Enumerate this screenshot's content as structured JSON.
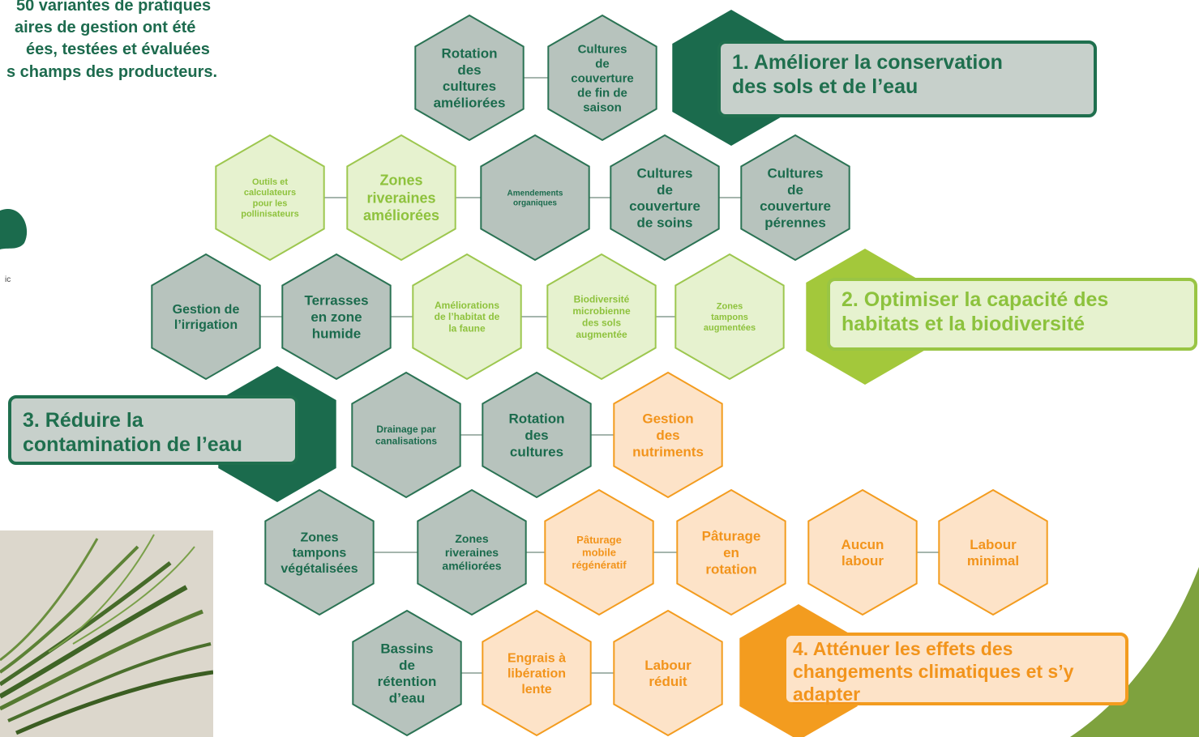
{
  "intro": {
    "lines": [
      "50 variantes de pratiques",
      "aires de gestion ont été",
      "ées, testées et évaluées",
      "s champs des producteurs."
    ]
  },
  "colors": {
    "dark_green": "#1b6b4d",
    "gray_green_fill": "#b7c3bd",
    "gray_green_stroke": "#2b7354",
    "light_green_fill": "#e6f2cf",
    "light_green_stroke": "#9dc74f",
    "light_green_text": "#8ec23d",
    "orange_fill": "#fde3c8",
    "orange_stroke": "#f39c1f",
    "orange_text": "#f2941c",
    "lime_accent": "#a3c83b",
    "olive_corner": "#7ea23e"
  },
  "goals": {
    "g1": [
      "1. Améliorer la conservation",
      "des sols et de l’eau"
    ],
    "g2": [
      "2. Optimiser la capacité des",
      "habitats et la biodiversité"
    ],
    "g3": [
      "3. Réduire la",
      "contamination de l’eau"
    ],
    "g4": [
      "4. Atténuer les effets des",
      "changements climatiques et s’y",
      "adapter"
    ]
  },
  "practices": [
    {
      "cat": "gray",
      "lines": [
        "Rotation",
        "des",
        "cultures",
        "améliorées"
      ]
    },
    {
      "cat": "gray",
      "lines": [
        "Cultures",
        "de",
        "couverture",
        "de fin de",
        "saison"
      ]
    },
    {
      "cat": "light",
      "lines": [
        "Outils et",
        "calculateurs",
        "pour les",
        "pollinisateurs"
      ]
    },
    {
      "cat": "light",
      "lines": [
        "Zones",
        "riveraines",
        "améliorées"
      ]
    },
    {
      "cat": "gray",
      "lines": [
        "Amendements",
        "organiques"
      ]
    },
    {
      "cat": "gray",
      "lines": [
        "Cultures",
        "de",
        "couverture",
        "de soins"
      ]
    },
    {
      "cat": "gray",
      "lines": [
        "Cultures",
        "de",
        "couverture",
        "pérennes"
      ]
    },
    {
      "cat": "gray",
      "lines": [
        "Gestion de",
        "l’irrigation"
      ]
    },
    {
      "cat": "gray",
      "lines": [
        "Terrasses",
        "en zone",
        "humide"
      ]
    },
    {
      "cat": "light",
      "lines": [
        "Améliorations",
        "de l’habitat de",
        "la faune"
      ]
    },
    {
      "cat": "light",
      "lines": [
        "Biodiversité",
        "microbienne",
        "des sols",
        "augmentée"
      ]
    },
    {
      "cat": "light",
      "lines": [
        "Zones",
        "tampons",
        "augmentées"
      ]
    },
    {
      "cat": "gray",
      "lines": [
        "Drainage par",
        "canalisations"
      ]
    },
    {
      "cat": "gray",
      "lines": [
        "Rotation",
        "des",
        "cultures"
      ]
    },
    {
      "cat": "orange",
      "lines": [
        "Gestion",
        "des",
        "nutriments"
      ]
    },
    {
      "cat": "gray",
      "lines": [
        "Zones",
        "tampons",
        "végétalisées"
      ]
    },
    {
      "cat": "gray",
      "lines": [
        "Zones",
        "riveraines",
        "améliorées"
      ]
    },
    {
      "cat": "orange",
      "lines": [
        "Pâturage",
        "mobile",
        "régénératif"
      ]
    },
    {
      "cat": "orange",
      "lines": [
        "Pâturage",
        "en",
        "rotation"
      ]
    },
    {
      "cat": "orange",
      "lines": [
        "Aucun",
        "labour"
      ]
    },
    {
      "cat": "orange",
      "lines": [
        "Labour",
        "minimal"
      ]
    },
    {
      "cat": "gray",
      "lines": [
        "Bassins",
        "de",
        "rétention",
        "d’eau"
      ]
    },
    {
      "cat": "orange",
      "lines": [
        "Engrais à",
        "libération",
        "lente"
      ]
    },
    {
      "cat": "orange",
      "lines": [
        "Labour",
        "réduit"
      ]
    }
  ],
  "logo_fragment": "ic"
}
